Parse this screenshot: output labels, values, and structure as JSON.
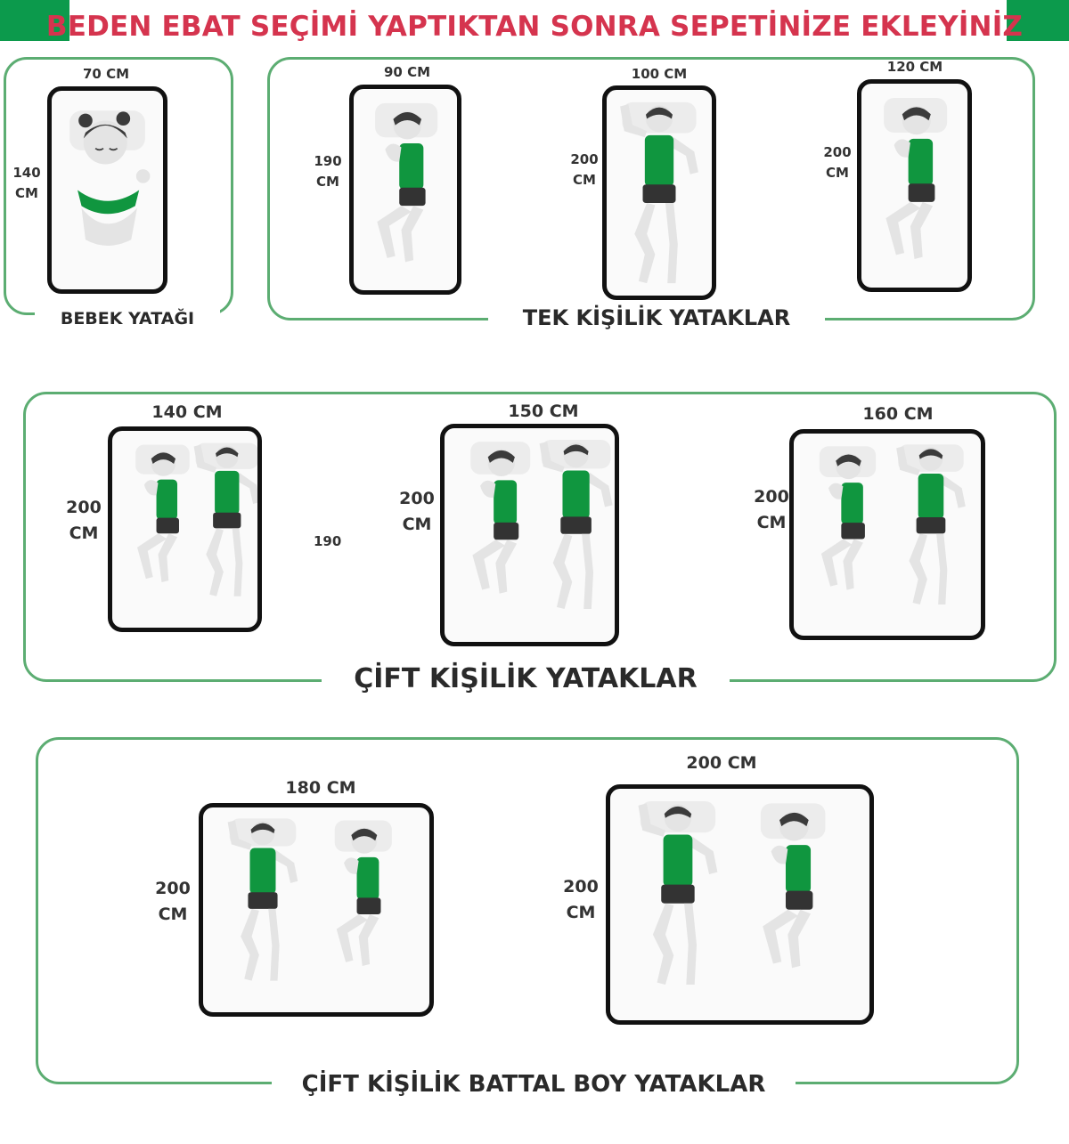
{
  "header": {
    "headline": "BEDEN EBAT SEÇİMİ YAPTIKTAN SONRA SEPETİNİZE EKLEYİNİZ",
    "headline_color": "#d5344e",
    "bar_color": "#0c9a4c"
  },
  "figure_colors": {
    "shirt": "#10963f",
    "shorts": "#333333",
    "skin": "#e4e4e4",
    "hair": "#3b3b3b",
    "pillow": "#ececec",
    "frame": "#5cad72"
  },
  "groups": [
    {
      "title": "BEBEK YATAĞI",
      "beds": [
        {
          "width_label": "70 CM",
          "height_label": [
            "140",
            "CM"
          ],
          "figure": "baby"
        }
      ]
    },
    {
      "title": "TEK KİŞİLİK YATAKLAR",
      "beds": [
        {
          "width_label": "90 CM",
          "height_label": [
            "190",
            "CM"
          ],
          "figure": "side"
        },
        {
          "width_label": "100 CM",
          "height_label": [
            "200",
            "CM"
          ],
          "figure": "back"
        },
        {
          "width_label": "120 CM",
          "height_label": [
            "200",
            "CM"
          ],
          "figure": "side"
        }
      ]
    },
    {
      "title": "ÇİFT KİŞİLİK YATAKLAR",
      "stray_label": "190",
      "beds": [
        {
          "width_label": "140 CM",
          "height_label": [
            "200",
            "CM"
          ],
          "figure": "couple"
        },
        {
          "width_label": "150 CM",
          "height_label": [
            "200",
            "CM"
          ],
          "figure": "couple"
        },
        {
          "width_label": "160 CM",
          "height_label": [
            "200",
            "CM"
          ],
          "figure": "couple"
        }
      ]
    },
    {
      "title": "ÇİFT KİŞİLİK BATTAL BOY YATAKLAR",
      "beds": [
        {
          "width_label": "180 CM",
          "height_label": [
            "200",
            "CM"
          ],
          "figure": "couple-back"
        },
        {
          "width_label": "200 CM",
          "height_label": [
            "200",
            "CM"
          ],
          "figure": "couple-back"
        }
      ]
    }
  ]
}
